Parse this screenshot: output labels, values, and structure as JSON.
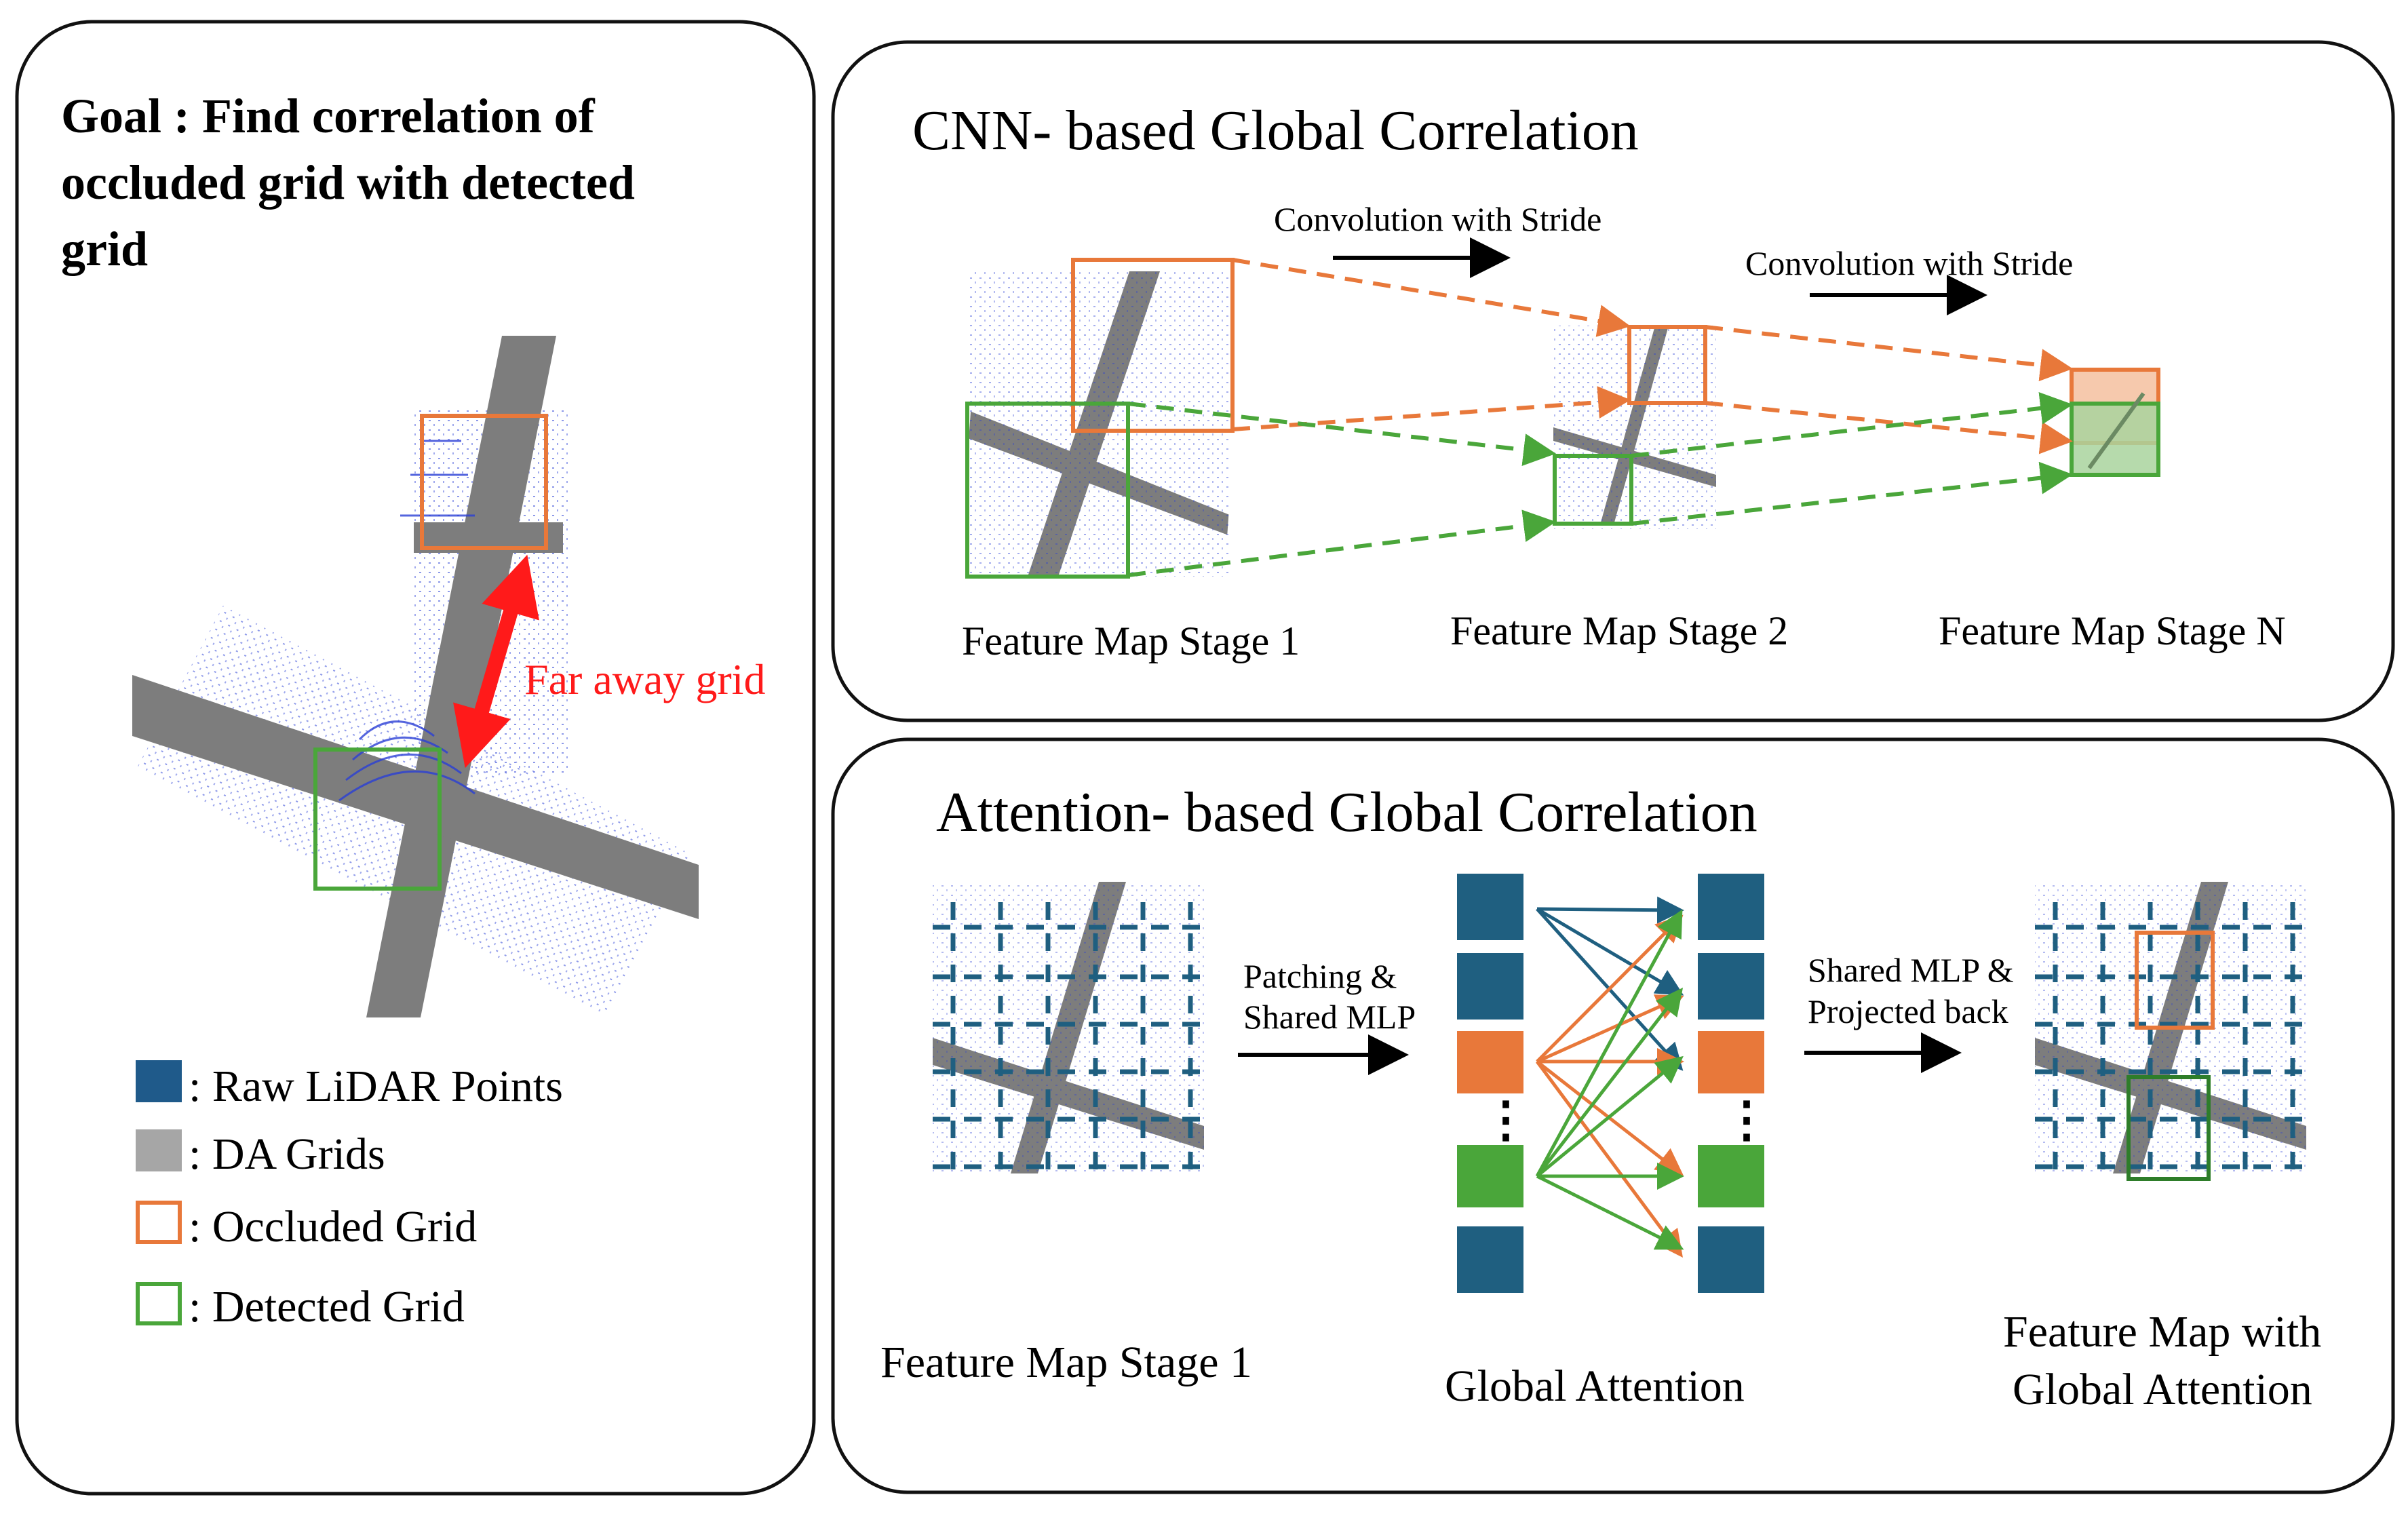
{
  "left_panel": {
    "goal_lines": [
      "Goal : Find correlation of",
      "occluded grid with detected",
      "grid"
    ],
    "far_label": "Far away grid",
    "legend": [
      {
        "label": ": Raw LiDAR Points",
        "kind": "fill",
        "color": "#1f5a8a"
      },
      {
        "label": ": DA Grids",
        "kind": "fill",
        "color": "#a6a6a6"
      },
      {
        "label": ": Occluded Grid",
        "kind": "outline",
        "color": "#e8783a"
      },
      {
        "label": ": Detected Grid",
        "kind": "outline",
        "color": "#4aa63a"
      }
    ]
  },
  "cnn_panel": {
    "title": "CNN- based Global Correlation",
    "conv_label_1": "Convolution with Stride",
    "conv_label_2": "Convolution with Stride",
    "stage_labels": [
      "Feature Map Stage 1",
      "Feature Map Stage 2",
      "Feature Map Stage N"
    ]
  },
  "attn_panel": {
    "title": "Attention- based Global Correlation",
    "patch_label": [
      "Patching &",
      "Shared MLP"
    ],
    "proj_label": [
      "Shared MLP &",
      "Projected back"
    ],
    "stage1_label": "Feature Map Stage 1",
    "global_label": "Global Attention",
    "output_label": [
      "Feature Map with",
      "Global Attention"
    ],
    "dots": "⋮"
  },
  "colors": {
    "orange": "#e8783a",
    "green": "#4aa63a",
    "teal": "#1f5f80",
    "blue_points": "#2a3fd6",
    "gray": "#7d7d7d",
    "red": "#ff1a1a"
  }
}
